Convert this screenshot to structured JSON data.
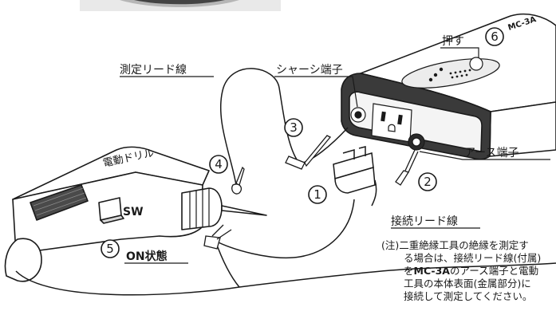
{
  "labels": {
    "sokutei_lead": "測定リード線",
    "chassis_terminal": "シャーシ端子",
    "push": "押す",
    "earth_terminal": "アース端子",
    "connect_lead": "接続リード線",
    "drill": "電動ドリル",
    "sw": "SW",
    "on_state": "ON状態",
    "device_brand": "MC-3A"
  },
  "steps": [
    "1",
    "2",
    "3",
    "4",
    "5",
    "6"
  ],
  "note": {
    "prefix": "(注)",
    "line1": "二重絶縁工具の絶縁を測定す",
    "line2": "る場合は、接続リード線(付属)",
    "line3_pre": "を",
    "line3_bold": "MC-3A",
    "line3_post": "のアース端子と電動",
    "line4": "工具の本体表面(金属部分)に",
    "line5": "接続して測定してください。"
  },
  "colors": {
    "line": "#1a1a1a",
    "shadow": "#dfe7f2"
  }
}
